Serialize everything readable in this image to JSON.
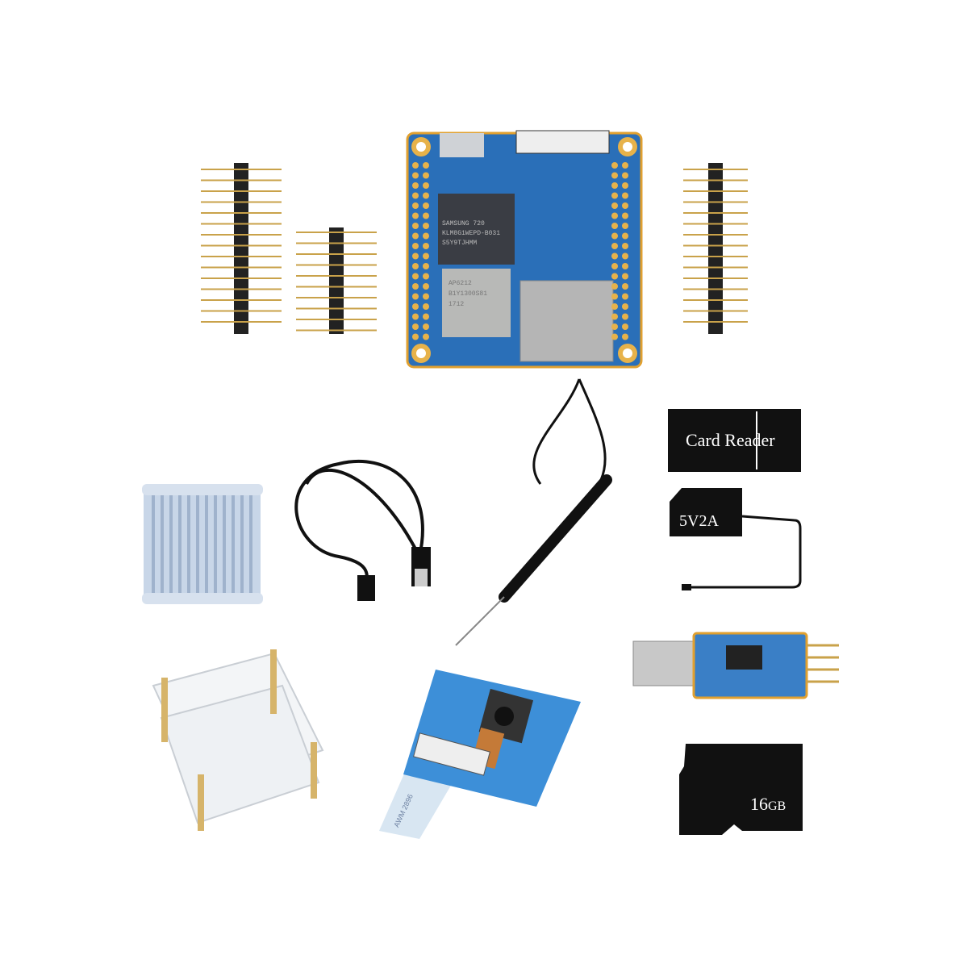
{
  "board": {
    "emmc_chip": {
      "line1": "SAMSUNG 720",
      "line2": "KLM8G1WEPD-B031",
      "line3": "S5Y9TJHMM"
    },
    "wifi_chip": {
      "line1": "AP6212",
      "line2": "B1Y1300S81",
      "line3": "1712"
    },
    "pcb_color": "#2a6fb8"
  },
  "card_reader": {
    "label": "Card Reader"
  },
  "power_adapter": {
    "label": "5V2A"
  },
  "sd_card": {
    "capacity": "16",
    "unit": "GB"
  },
  "camera_cable": {
    "text": "AWM 2896"
  }
}
